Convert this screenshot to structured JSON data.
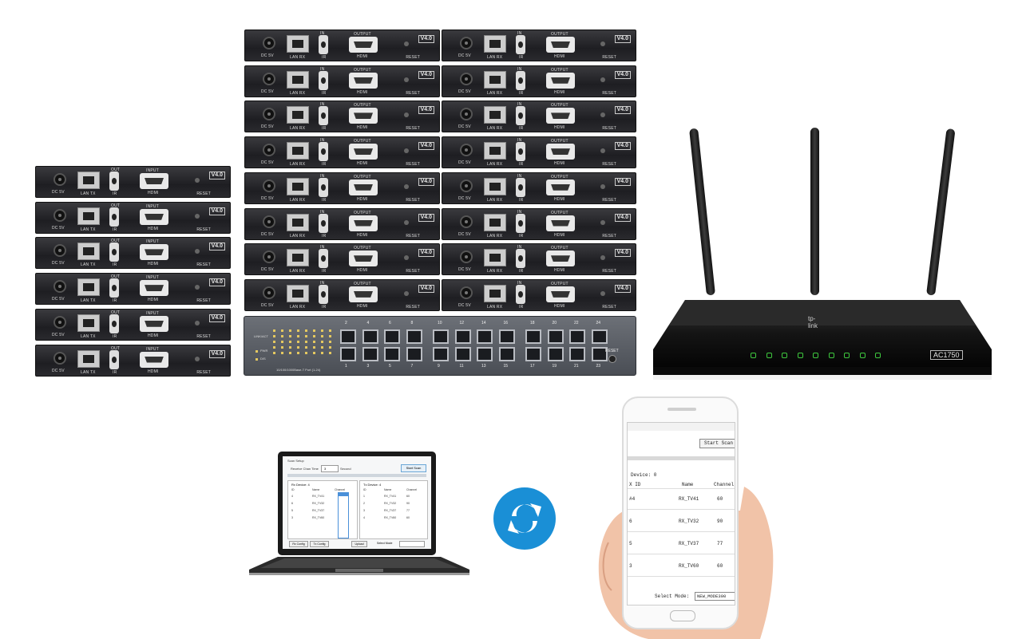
{
  "receiver": {
    "dc": "DC 5V",
    "lan": "LAN RX",
    "in": "IN",
    "ir": "IR",
    "output": "OUTPUT",
    "hdmi": "HDMI",
    "reset": "RESET",
    "version": "V4.0"
  },
  "transmitter": {
    "dc": "DC 5V",
    "lan": "LAN TX",
    "out": "OUT",
    "ir": "IR",
    "input": "INPUT",
    "hdmi": "HDMI",
    "reset": "RESET",
    "version": "V4.0"
  },
  "switch": {
    "top_numbers": [
      "2",
      "4",
      "6",
      "8",
      "10",
      "12",
      "14",
      "16",
      "18",
      "20",
      "22",
      "24"
    ],
    "bottom_numbers": [
      "1",
      "3",
      "5",
      "7",
      "9",
      "11",
      "13",
      "15",
      "17",
      "19",
      "21",
      "23"
    ],
    "led_labels": [
      "LINK/ACT",
      "PWR",
      "DIS"
    ],
    "reset": "RESET",
    "caption": "10/100/1000Base-T Port (1-24)"
  },
  "router": {
    "brand": "tp-link",
    "model": "AC1750"
  },
  "laptop": {
    "title": "Scan Setup",
    "scan_label": "Receive Chan Time",
    "scan_value": "3",
    "scan_unit": "Second",
    "scan_button": "Start Scan",
    "left_panel": "Rx Device: 4",
    "right_panel": "Tx Device: 4",
    "cols_left": [
      "ID",
      "Name",
      "Channel"
    ],
    "cols_right": [
      "ID",
      "Name",
      "Channel"
    ],
    "rows_left": [
      [
        "4",
        "RX_TV41",
        "60"
      ],
      [
        "6",
        "RX_TV32",
        "90"
      ],
      [
        "5",
        "RX_TV37",
        "77"
      ],
      [
        "3",
        "RX_TV60",
        "60"
      ]
    ],
    "rows_right": [
      [
        "1",
        "RX_TV41",
        "60"
      ],
      [
        "2",
        "RX_TV32",
        "90"
      ],
      [
        "3",
        "RX_TV37",
        "77"
      ],
      [
        "4",
        "RX_TV60",
        "60"
      ]
    ],
    "btn1": "Rx Config",
    "btn2": "Tx Config",
    "btn3": "Upload",
    "mode_label": "Select Mode"
  },
  "phone": {
    "start_scan": "Start Scan",
    "device_count": "Device: 0",
    "col_id": "X ID",
    "col_name": "Name",
    "col_channel": "Channel",
    "rows": [
      {
        "id": "#4",
        "name": "RX_TV41",
        "channel": "60"
      },
      {
        "id": "6",
        "name": "RX_TV32",
        "channel": "90"
      },
      {
        "id": "5",
        "name": "RX_TV37",
        "channel": "77"
      },
      {
        "id": "3",
        "name": "RX_TV60",
        "channel": "60"
      }
    ],
    "select_mode": "Select Mode:",
    "mode_value": "NEW_MODE300"
  },
  "colors": {
    "sync_blue": "#1a8fd6",
    "unit_black": "#25252a",
    "led_green": "#3ec83e"
  }
}
